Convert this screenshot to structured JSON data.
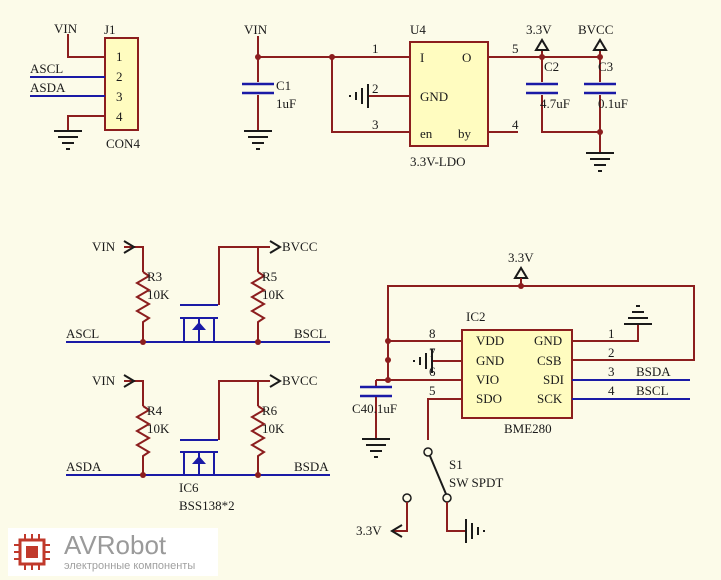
{
  "logo": {
    "name": "AVRobot",
    "subtitle": "электронные компоненты"
  },
  "j1": {
    "designator": "J1",
    "value": "CON4",
    "pins": [
      "1",
      "2",
      "3",
      "4"
    ],
    "nets": {
      "vin": "VIN",
      "ascl": "ASCL",
      "asda": "ASDA"
    }
  },
  "ldo": {
    "designator": "U4",
    "value": "3.3V-LDO",
    "pin_in": "I",
    "pin_out": "O",
    "pin_gnd": "GND",
    "pin_en": "en",
    "pin_by": "by",
    "pin_numbers": {
      "in": "1",
      "gnd": "2",
      "en": "3",
      "by": "4",
      "out": "5"
    },
    "vin_label": "VIN",
    "out_33": "3.3V",
    "out_bvcc": "BVCC"
  },
  "c1": {
    "ref": "C1",
    "value": "1uF"
  },
  "c2": {
    "ref": "C2",
    "value": "4.7uF"
  },
  "c3": {
    "ref": "C3",
    "value": "0.1uF"
  },
  "c4": {
    "label": "C40.1uF"
  },
  "shifter_scl": {
    "vin": "VIN",
    "bvcc": "BVCC",
    "r_left": {
      "ref": "R3",
      "value": "10K"
    },
    "r_right": {
      "ref": "R5",
      "value": "10K"
    },
    "net_left": "ASCL",
    "net_right": "BSCL"
  },
  "shifter_sda": {
    "vin": "VIN",
    "bvcc": "BVCC",
    "r_left": {
      "ref": "R4",
      "value": "10K"
    },
    "r_right": {
      "ref": "R6",
      "value": "10K"
    },
    "net_left": "ASDA",
    "net_right": "BSDA",
    "ic": "IC6",
    "ic_value": "BSS138*2"
  },
  "bme": {
    "designator": "IC2",
    "value": "BME280",
    "supply": "3.3V",
    "left_pins": [
      {
        "num": "8",
        "name": "VDD"
      },
      {
        "num": "7",
        "name": "GND"
      },
      {
        "num": "6",
        "name": "VIO"
      },
      {
        "num": "5",
        "name": "SDO"
      }
    ],
    "right_pins": [
      {
        "num": "1",
        "name": "GND",
        "net": ""
      },
      {
        "num": "2",
        "name": "CSB",
        "net": ""
      },
      {
        "num": "3",
        "name": "SDI",
        "net": "BSDA"
      },
      {
        "num": "4",
        "name": "SCK",
        "net": "BSCL"
      }
    ]
  },
  "switch": {
    "ref": "S1",
    "value": "SW SPDT",
    "supply": "3.3V"
  }
}
